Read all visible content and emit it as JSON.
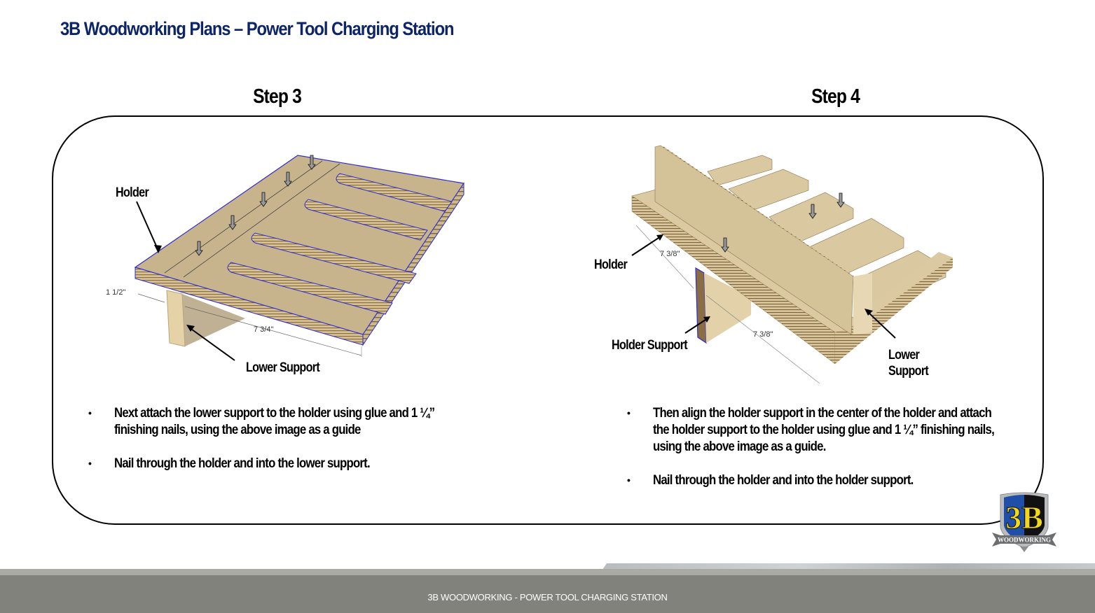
{
  "header": {
    "title": "3B Woodworking Plans – Power Tool Charging Station"
  },
  "steps": [
    {
      "title": "Step 3",
      "figure": {
        "callouts": {
          "holder": "Holder",
          "lower_support": "Lower Support"
        },
        "dimensions": {
          "offset": "1 1/2\"",
          "length": "7 3/4\""
        }
      },
      "bullets": [
        "Next attach the lower support to the holder using glue and 1 ¼” finishing nails, using the above image as a guide",
        "Nail through the holder and into the lower support."
      ]
    },
    {
      "title": "Step 4",
      "figure": {
        "callouts": {
          "holder": "Holder",
          "holder_support": "Holder Support",
          "lower_support_line1": "Lower",
          "lower_support_line2": "Support"
        },
        "dimensions": {
          "upper": "7 3/8\"",
          "lower": "7 3/8\""
        }
      },
      "bullets": [
        "Then align the holder support in the center of the holder and attach the holder support to the holder using glue and 1 ¼” finishing nails, using the above image as a guide.",
        "Nail through the holder and into the holder support."
      ]
    }
  ],
  "logo": {
    "mark": "3B",
    "text": "WOODWORKING",
    "colors": {
      "blue": "#1f4fa8",
      "yellow": "#f2d81c",
      "black": "#111111",
      "banner": "#6d6e70"
    }
  },
  "bullet_glyph": "•",
  "footer": {
    "text": "3B WOODWORKING - POWER TOOL CHARGING STATION"
  },
  "colors": {
    "title": "#0d2567",
    "footer": "#81827b",
    "wood": "#c9b48c",
    "edge": "#2a2cd6"
  }
}
